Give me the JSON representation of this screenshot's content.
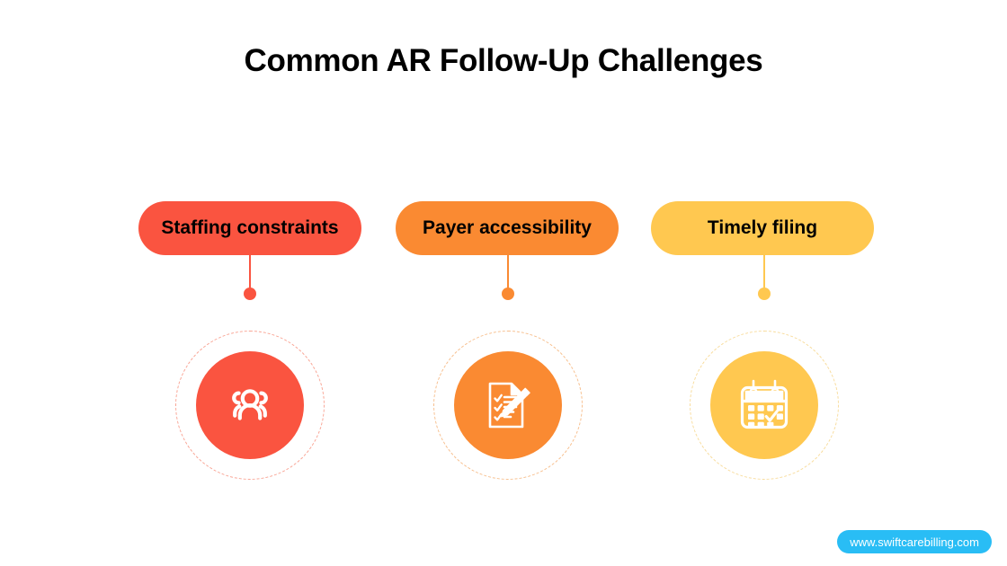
{
  "slide": {
    "background_color": "#ffffff",
    "title": "Common AR Follow-Up Challenges"
  },
  "items": [
    {
      "label": "Staffing constraints",
      "color": "#FA5440",
      "ring_color": "#F9A494",
      "icon": "people-group-icon",
      "icon_color": "#ffffff"
    },
    {
      "label": "Payer accessibility",
      "color": "#FA8A32",
      "ring_color": "#F7BE8C",
      "icon": "checklist-pencil-icon",
      "icon_color": "#ffffff"
    },
    {
      "label": "Timely filing",
      "color": "#FFC850",
      "ring_color": "#F8DC9C",
      "icon": "calendar-check-icon",
      "icon_color": "#ffffff"
    }
  ],
  "footer": {
    "url": "www.swiftcarebilling.com",
    "badge_color": "#29BDF5",
    "text_color": "#ffffff"
  }
}
